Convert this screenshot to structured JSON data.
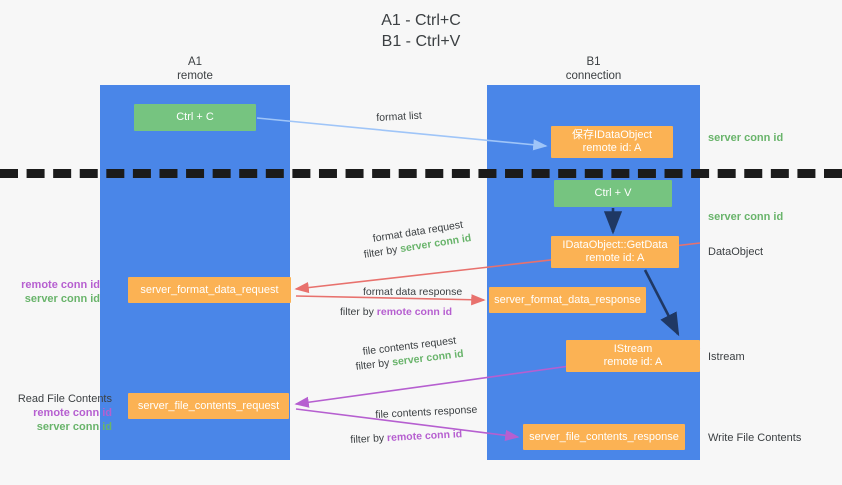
{
  "title": "A1 - Ctrl+C\nB1 - Ctrl+V",
  "lanes": [
    {
      "name": "A1",
      "sub": "remote",
      "header": "A1\nremote"
    },
    {
      "name": "B1",
      "sub": "connection",
      "header": "B1\nconnection"
    }
  ],
  "nodes": {
    "ctrl_c": "Ctrl + C",
    "ctrl_v": "Ctrl + V",
    "save_idataobject": "保存IDataObject\nremote id: A",
    "getdata": "IDataObject::GetData\nremote id: A",
    "istream": "IStream\nremote id: A",
    "server_format_data_request": "server_format_data_request",
    "server_format_data_response": "server_format_data_response",
    "server_file_contents_request": "server_file_contents_request",
    "server_file_contents_response": "server_file_contents_response"
  },
  "edge_labels": {
    "format_list": "format list",
    "format_data_request": "format data request",
    "filter_by_server_prefix": "filter by ",
    "server_conn_id": "server conn id",
    "format_data_response": "format data response",
    "filter_by_remote_prefix": "filter by ",
    "remote_conn_id": "remote conn id",
    "file_contents_request": "file contents request",
    "file_contents_response": "file contents response"
  },
  "annotations": {
    "right": [
      {
        "id": "r1",
        "text": "server conn id",
        "kind": "server"
      },
      {
        "id": "r2",
        "text": "server conn id",
        "kind": "server"
      },
      {
        "id": "r3",
        "text": "DataObject",
        "kind": "neutral"
      },
      {
        "id": "r4",
        "text": "Istream",
        "kind": "neutral"
      },
      {
        "id": "r5",
        "text": "Write File Contents",
        "kind": "neutral"
      }
    ],
    "left": {
      "remote_conn_id": "remote conn id",
      "server_conn_id": "server conn id",
      "read_file_contents": "Read File Contents"
    }
  },
  "colors": {
    "lane": "#4a86e8",
    "node_green": "#76c480",
    "node_orange": "#fbb254",
    "server_conn_id": "#69b46b",
    "remote_conn_id": "#b65fd0",
    "arrow_format_list": "#9fc5f8",
    "arrow_format_data": "#e8716d",
    "arrow_file_contents": "#b65fd0",
    "arrow_internal": "#1f3864",
    "divider": "#1b1b1b",
    "background": "#f7f7f7"
  }
}
